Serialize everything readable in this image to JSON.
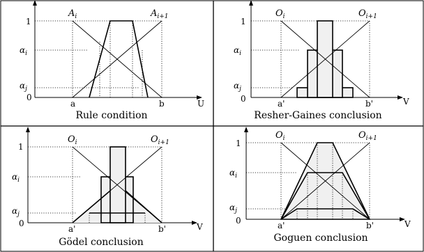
{
  "panels": {
    "p1": {
      "caption": "Rule condition",
      "set_left": "A",
      "set_left_sub": "i",
      "set_right": "A",
      "set_right_sub": "i+1",
      "x_left": "a",
      "x_right": "b",
      "axis_var": "U",
      "y_top": "1",
      "y_ai": "α",
      "y_ai_sub": "i",
      "y_aj": "α",
      "y_aj_sub": "j",
      "y_zero": "0"
    },
    "p2": {
      "caption": "Resher-Gaines conclusion",
      "set_left": "O",
      "set_left_sub": "i",
      "set_right": "O",
      "set_right_sub": "i+1",
      "x_left": "a'",
      "x_right": "b'",
      "axis_var": "V",
      "y_top": "1",
      "y_ai": "α",
      "y_ai_sub": "i",
      "y_aj": "α",
      "y_aj_sub": "j",
      "y_zero": "0"
    },
    "p3": {
      "caption": "Gödel conclusion",
      "set_left": "O",
      "set_left_sub": "i",
      "set_right": "O",
      "set_right_sub": "i+1",
      "x_left": "a'",
      "x_right": "b'",
      "axis_var": "V",
      "y_top": "1",
      "y_ai": "α",
      "y_ai_sub": "i",
      "y_aj": "α",
      "y_aj_sub": "j",
      "y_zero": "0"
    },
    "p4": {
      "caption": "Goguen conclusion",
      "set_left": "O",
      "set_left_sub": "i",
      "set_right": "O",
      "set_right_sub": "i+1",
      "x_left": "a'",
      "x_right": "b'",
      "axis_var": "V",
      "y_top": "1",
      "y_ai": "α",
      "y_ai_sub": "i",
      "y_aj": "α",
      "y_aj_sub": "j",
      "y_zero": "0"
    }
  }
}
